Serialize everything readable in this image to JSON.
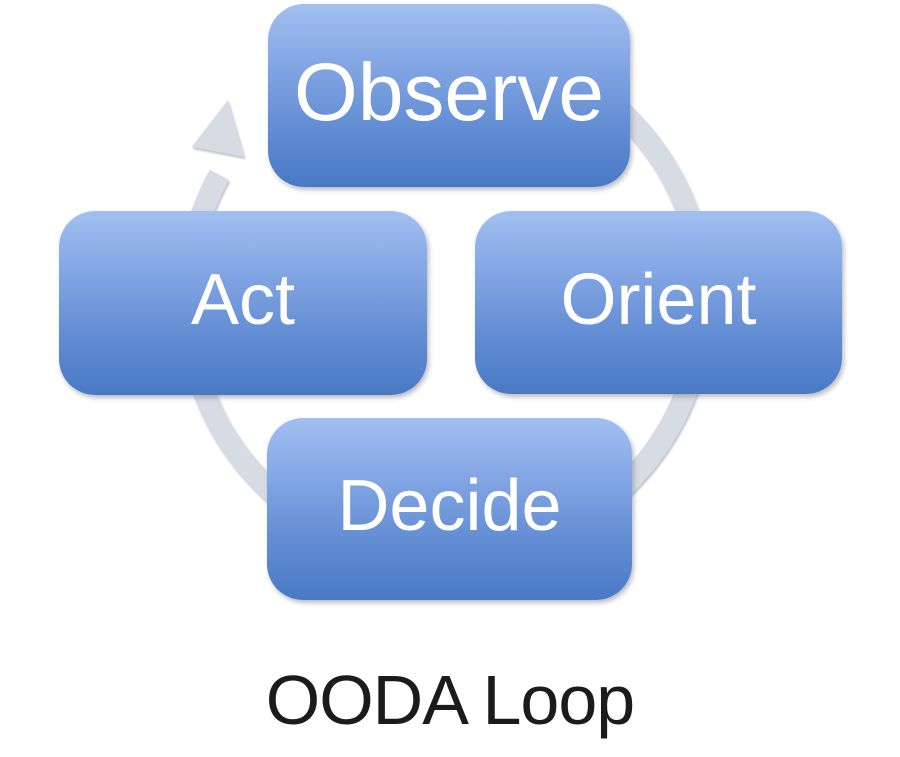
{
  "diagram": {
    "title": "OODA Loop",
    "type": "cycle",
    "nodes": [
      {
        "id": "observe",
        "label": "Observe"
      },
      {
        "id": "orient",
        "label": "Orient"
      },
      {
        "id": "decide",
        "label": "Decide"
      },
      {
        "id": "act",
        "label": "Act"
      }
    ],
    "arrow": {
      "direction": "clockwise",
      "arrowhead_position": "upper-left"
    },
    "colors": {
      "node_gradient_top": "#A3BFF1",
      "node_gradient_bottom": "#4A79C4",
      "node_text": "#FFFFFF",
      "cycle_arrow": "#D6DBE4",
      "title_text": "#1B1B1B",
      "background": "#FFFFFF"
    }
  }
}
